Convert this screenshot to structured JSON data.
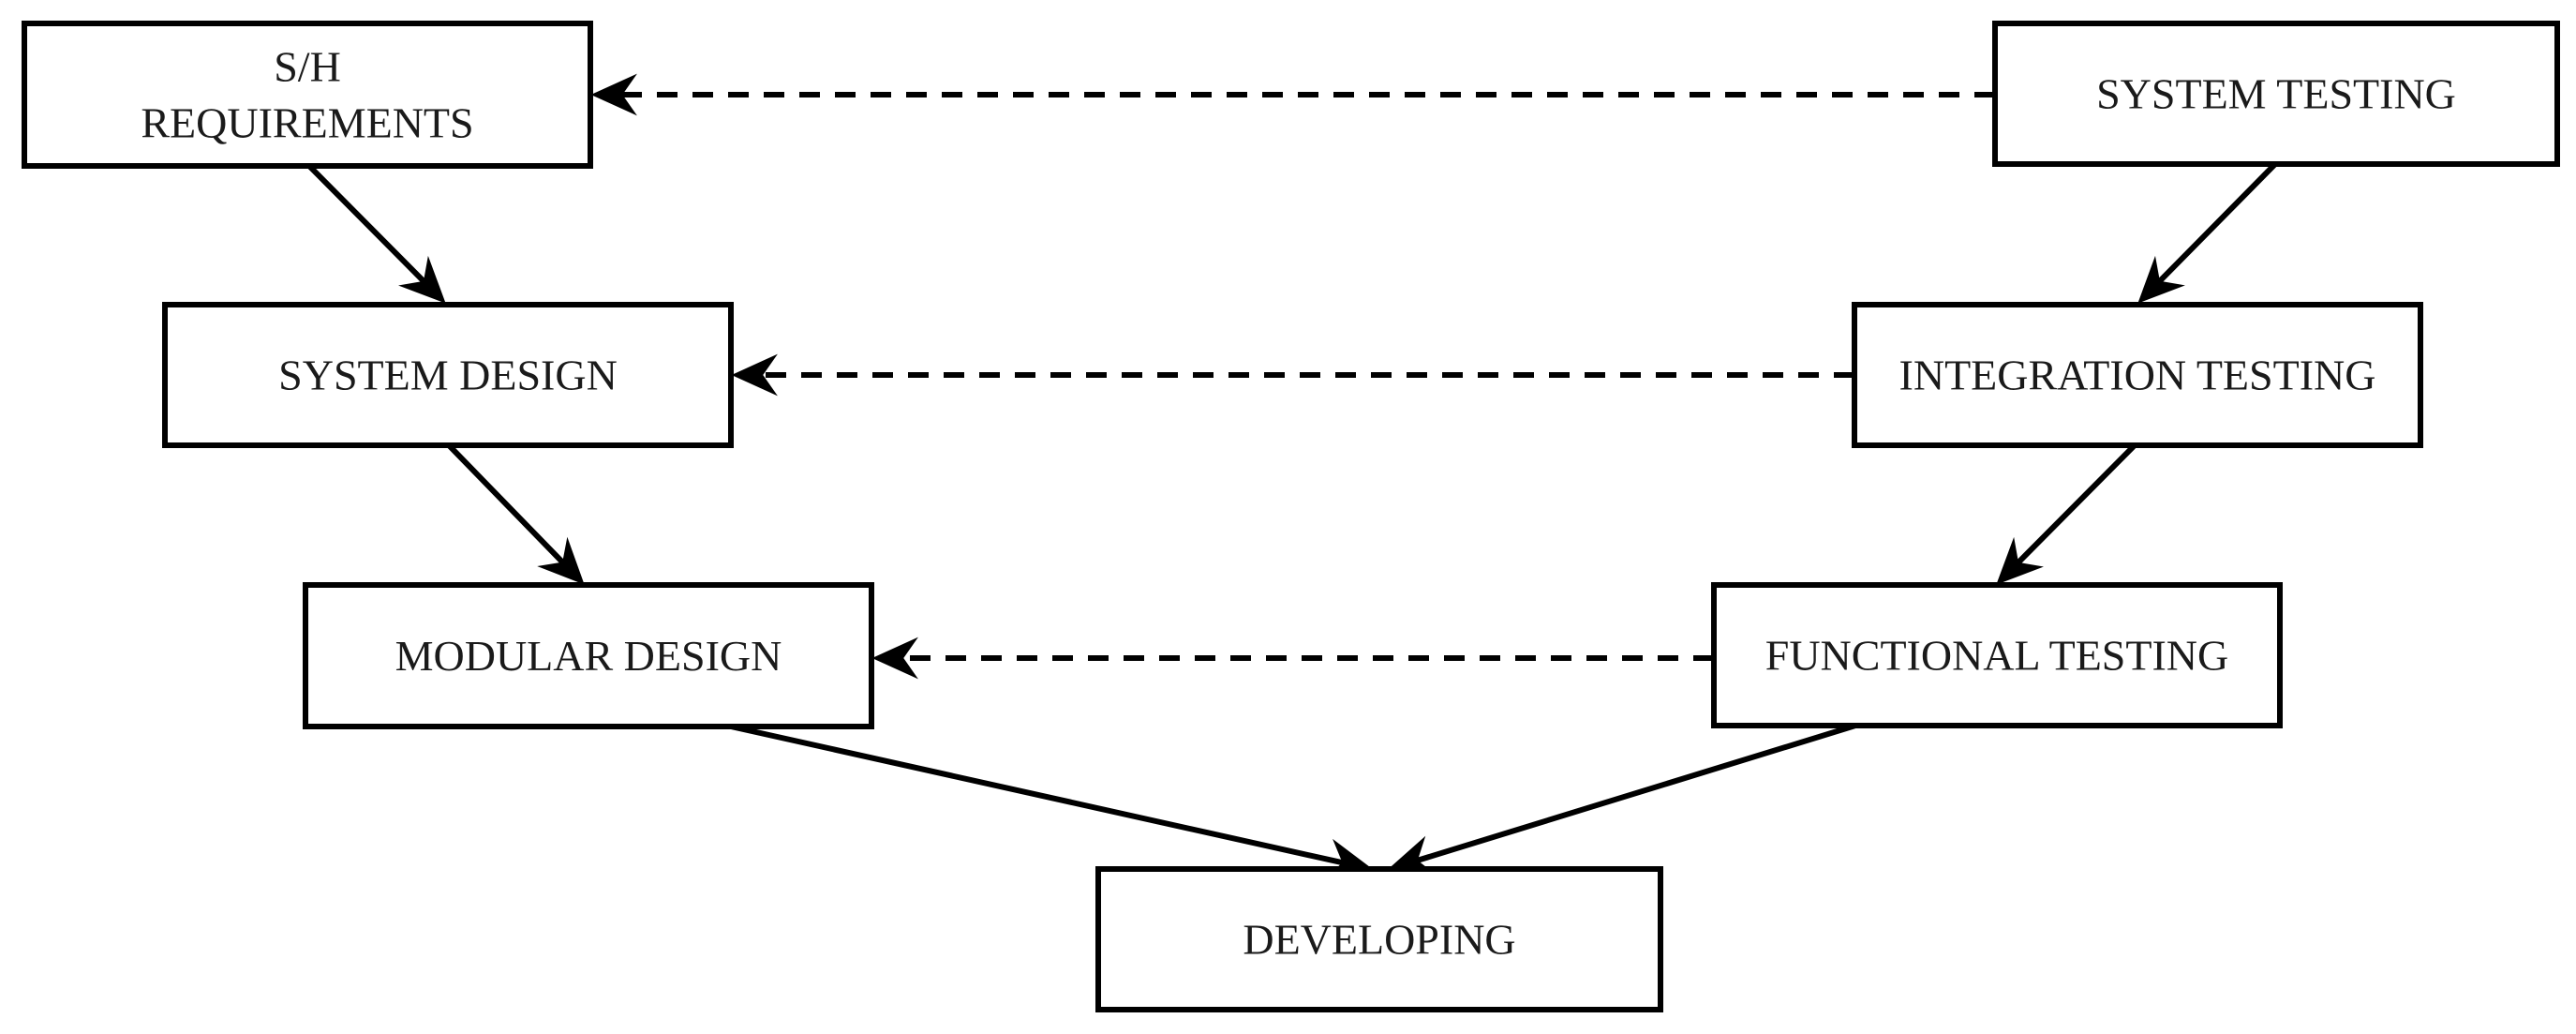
{
  "diagram": {
    "nodes": [
      {
        "id": "sh-requirements",
        "lines": [
          "S/H",
          "REQUIREMENTS"
        ]
      },
      {
        "id": "system-design",
        "lines": [
          "SYSTEM DESIGN"
        ]
      },
      {
        "id": "modular-design",
        "lines": [
          "MODULAR DESIGN"
        ]
      },
      {
        "id": "developing",
        "lines": [
          "DEVELOPING"
        ]
      },
      {
        "id": "system-testing",
        "lines": [
          "SYSTEM TESTING"
        ]
      },
      {
        "id": "integration-testing",
        "lines": [
          "INTEGRATION TESTING"
        ]
      },
      {
        "id": "functional-testing",
        "lines": [
          "FUNCTIONAL TESTING"
        ]
      }
    ],
    "edges": [
      {
        "from": "sh-requirements",
        "to": "system-design",
        "style": "solid"
      },
      {
        "from": "system-design",
        "to": "modular-design",
        "style": "solid"
      },
      {
        "from": "modular-design",
        "to": "developing",
        "style": "solid"
      },
      {
        "from": "system-testing",
        "to": "integration-testing",
        "style": "solid"
      },
      {
        "from": "integration-testing",
        "to": "functional-testing",
        "style": "solid"
      },
      {
        "from": "functional-testing",
        "to": "developing",
        "style": "solid"
      },
      {
        "from": "system-testing",
        "to": "sh-requirements",
        "style": "dashed"
      },
      {
        "from": "integration-testing",
        "to": "system-design",
        "style": "dashed"
      },
      {
        "from": "functional-testing",
        "to": "modular-design",
        "style": "dashed"
      }
    ]
  }
}
